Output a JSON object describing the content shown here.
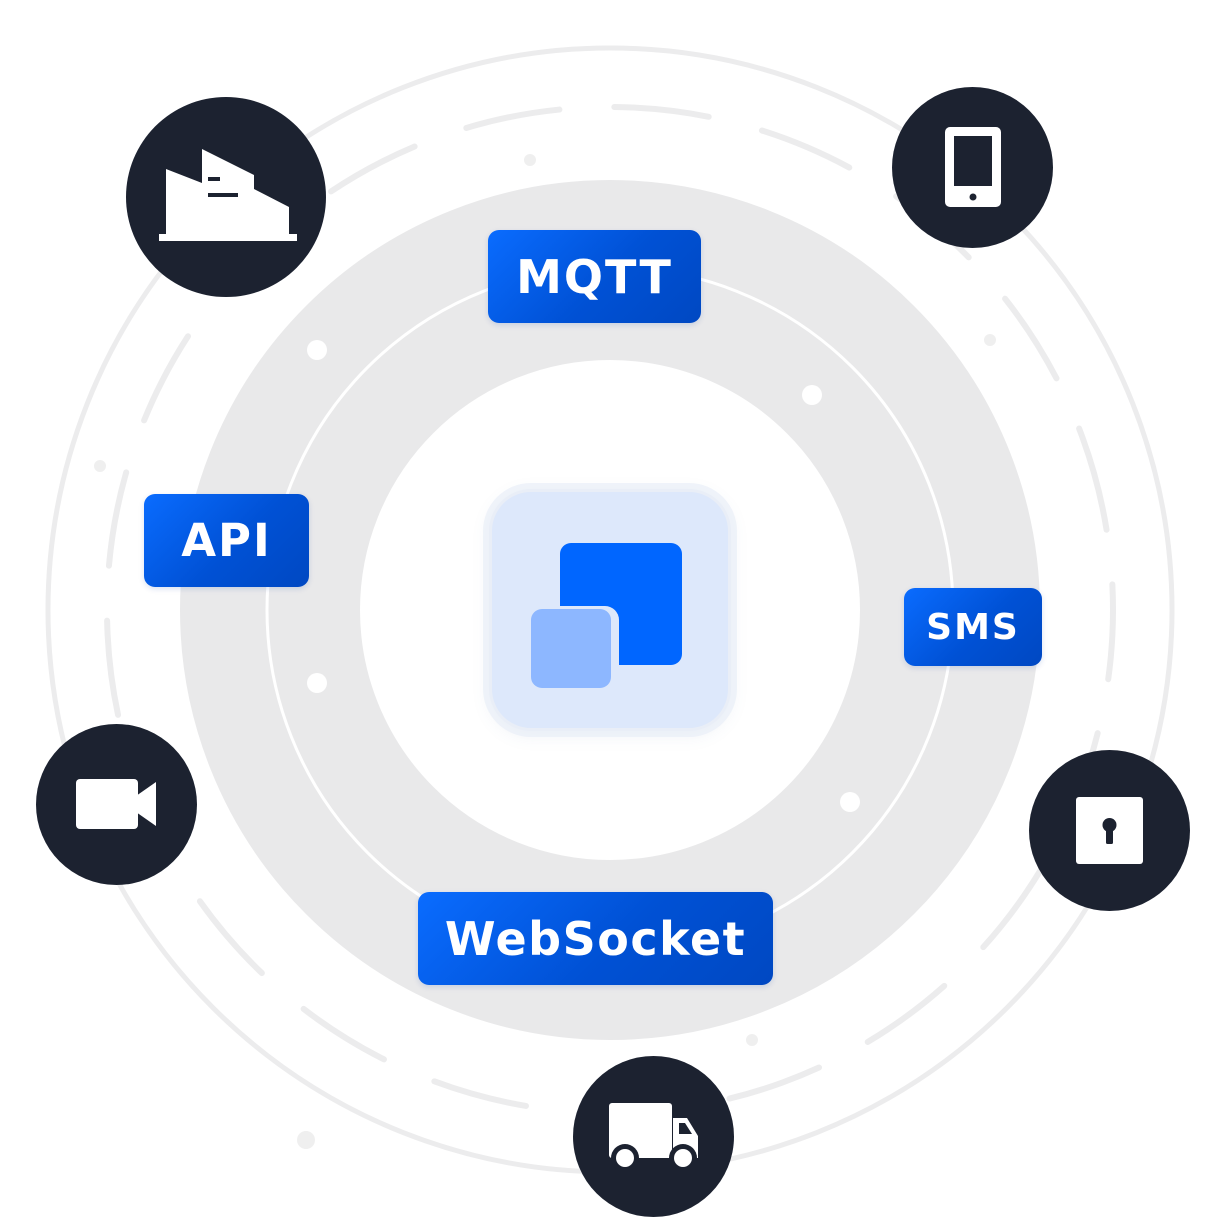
{
  "protocols": {
    "mqtt": "MQTT",
    "api": "API",
    "sms": "SMS",
    "websocket": "WebSocket"
  },
  "devices": [
    {
      "name": "building",
      "icon": "building-icon"
    },
    {
      "name": "tablet",
      "icon": "tablet-icon"
    },
    {
      "name": "camera",
      "icon": "video-camera-icon"
    },
    {
      "name": "lock",
      "icon": "lock-icon"
    },
    {
      "name": "truck",
      "icon": "truck-icon"
    }
  ],
  "center": {
    "icon": "app-logo-icon"
  },
  "colors": {
    "accent": "#0051d5",
    "accent_light": "#0a6cff",
    "device_background": "#1c2230",
    "ring": "#e9e9ea",
    "center_tile": "#dde8fb",
    "logo_front": "#8db7ff",
    "logo_back": "#0066ff"
  }
}
